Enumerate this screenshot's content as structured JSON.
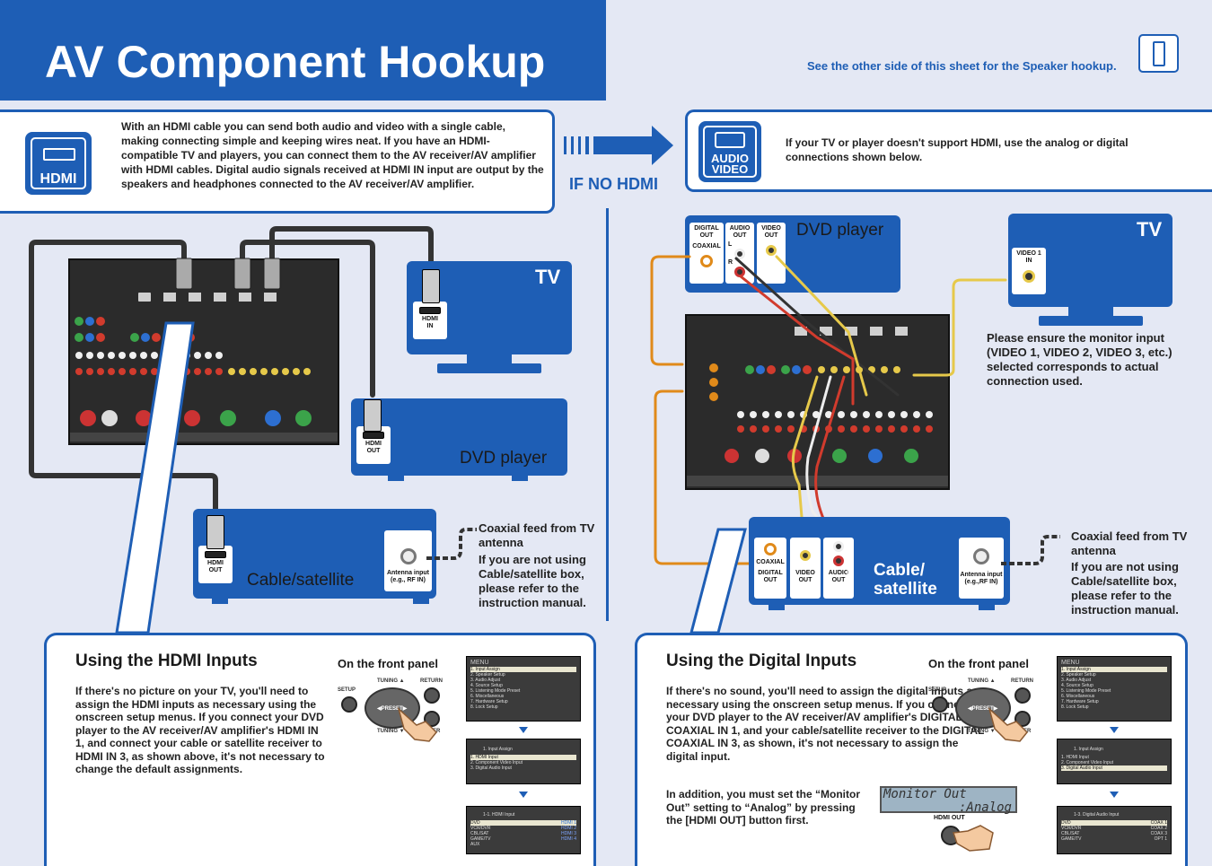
{
  "header": {
    "title": "AV Component Hookup",
    "see_other": "See the other side of this sheet for the Speaker hookup."
  },
  "hdmi_intro": {
    "logo_text": "HDMI",
    "text": "With an HDMI cable you can send both audio and video with a single cable, making connecting simple and keeping wires neat. If you have an HDMI-compatible TV and players, you can connect them to the AV receiver/AV amplifier with HDMI cables. Digital audio signals received at HDMI IN input are output by the speakers and headphones connected to the AV receiver/AV amplifier."
  },
  "if_no_hdmi": "IF NO HDMI",
  "analog_intro": {
    "logo_line1": "AUDIO",
    "logo_line2": "VIDEO",
    "text": "If your TV or player doesn't support HDMI, use the analog or digital connections shown below."
  },
  "hdmi_diagram": {
    "tv_label": "TV",
    "tv_port": "HDMI IN",
    "dvd_label": "DVD player",
    "dvd_port": "HDMI OUT",
    "cable_label": "Cable/satellite",
    "cable_port": "HDMI OUT",
    "antenna_label": "Antenna input (e.g., RF IN)",
    "feed_title": "Coaxial feed from TV antenna",
    "feed_note": "If you are not using Cable/satellite box, please refer to the instruction manual."
  },
  "analog_diagram": {
    "dvd_label": "DVD player",
    "digital_out": "DIGITAL OUT",
    "coaxial": "COAXIAL",
    "audio_out": "AUDIO OUT",
    "video_out": "VIDEO OUT",
    "l": "L",
    "r": "R",
    "tv_label": "TV",
    "tv_port": "VIDEO 1 IN",
    "monitor_note": "Please ensure the monitor input (VIDEO 1, VIDEO 2, VIDEO 3, etc.) selected corresponds to actual connection used.",
    "cable_label_1": "Cable/",
    "cable_label_2": "satellite",
    "cable_coaxial": "COAXIAL",
    "cable_digital_out": "DIGITAL OUT",
    "cable_video_out": "VIDEO OUT",
    "cable_audio_out": "AUDIO OUT",
    "antenna_label": "Antenna input (e.g.,RF IN)",
    "feed_title": "Coaxial feed from TV antenna",
    "feed_note": "If you are not using Cable/satellite box, please refer to the instruction manual."
  },
  "hdmi_panel": {
    "title": "Using the HDMI Inputs",
    "front_panel": "On the front panel",
    "text": "If there's no picture on your TV, you'll need to assign the HDMI inputs as necessary using the onscreen setup menus. If you connect your DVD player to the AV receiver/AV amplifier's HDMI IN 1, and connect your cable or satellite receiver to HDMI IN 3, as shown above, it's not necessary to change the default assignments.",
    "menu_items": [
      "1. Input Assign",
      "2. Speaker Setup",
      "3. Audio Adjust",
      "4. Source Setup",
      "5. Listening Mode Preset",
      "6. Miscellaneous",
      "7. Hardware Setup",
      "8. Lock Setup"
    ],
    "submenu_title": "1.   Input Assign",
    "submenu_items": [
      "1.   HDMI Input",
      "2.   Component Video Input",
      "3.   Digital Audio Input"
    ],
    "assign_title": "1-1.   HDMI Input",
    "assign_rows": [
      {
        "src": "DVD",
        "val": "HDMI 1"
      },
      {
        "src": "VCR/DVR",
        "val": "HDMI 2"
      },
      {
        "src": "CBL/SAT",
        "val": "HDMI 3"
      },
      {
        "src": "GAME/TV",
        "val": "HDMI 4"
      },
      {
        "src": "AUX",
        "val": ""
      }
    ]
  },
  "digital_panel": {
    "title": "Using the Digital Inputs",
    "front_panel": "On the front panel",
    "text": "If there's no sound, you'll need to assign the digital inputs as necessary using the onscreen setup menus. If you connect your DVD player to the AV receiver/AV amplifier's DIGITAL COAXIAL IN 1, and your cable/satellite receiver to the DIGITAL COAXIAL IN 3, as shown, it's not necessary to assign the digital input.",
    "text2": "In addition, you must set the “Monitor Out” setting to “Analog” by pressing the [HDMI OUT] button first.",
    "lcd_line1": "Monitor Out",
    "lcd_line2": ":Analog",
    "hdmi_out_button": "HDMI OUT",
    "submenu_items": [
      "1.   HDMI Input",
      "2.   Component Video Input",
      "3.   Digital Audio Input"
    ],
    "assign_title": "1-3.   Digital Audio Input",
    "assign_rows": [
      {
        "src": "DVD",
        "val": "COAX 1"
      },
      {
        "src": "VCR/DVR",
        "val": "COAX 2"
      },
      {
        "src": "CBL/SAT",
        "val": "COAX 3"
      },
      {
        "src": "GAME/TV",
        "val": "OPT 1"
      }
    ]
  },
  "front_panel_labels": {
    "setup": "SETUP",
    "tuning_up": "TUNING ▲",
    "return": "RETURN",
    "preset": "◀PRESET▶",
    "tuning_down": "TUNING ▼",
    "enter": "ENTER",
    "menu": "MENU"
  }
}
